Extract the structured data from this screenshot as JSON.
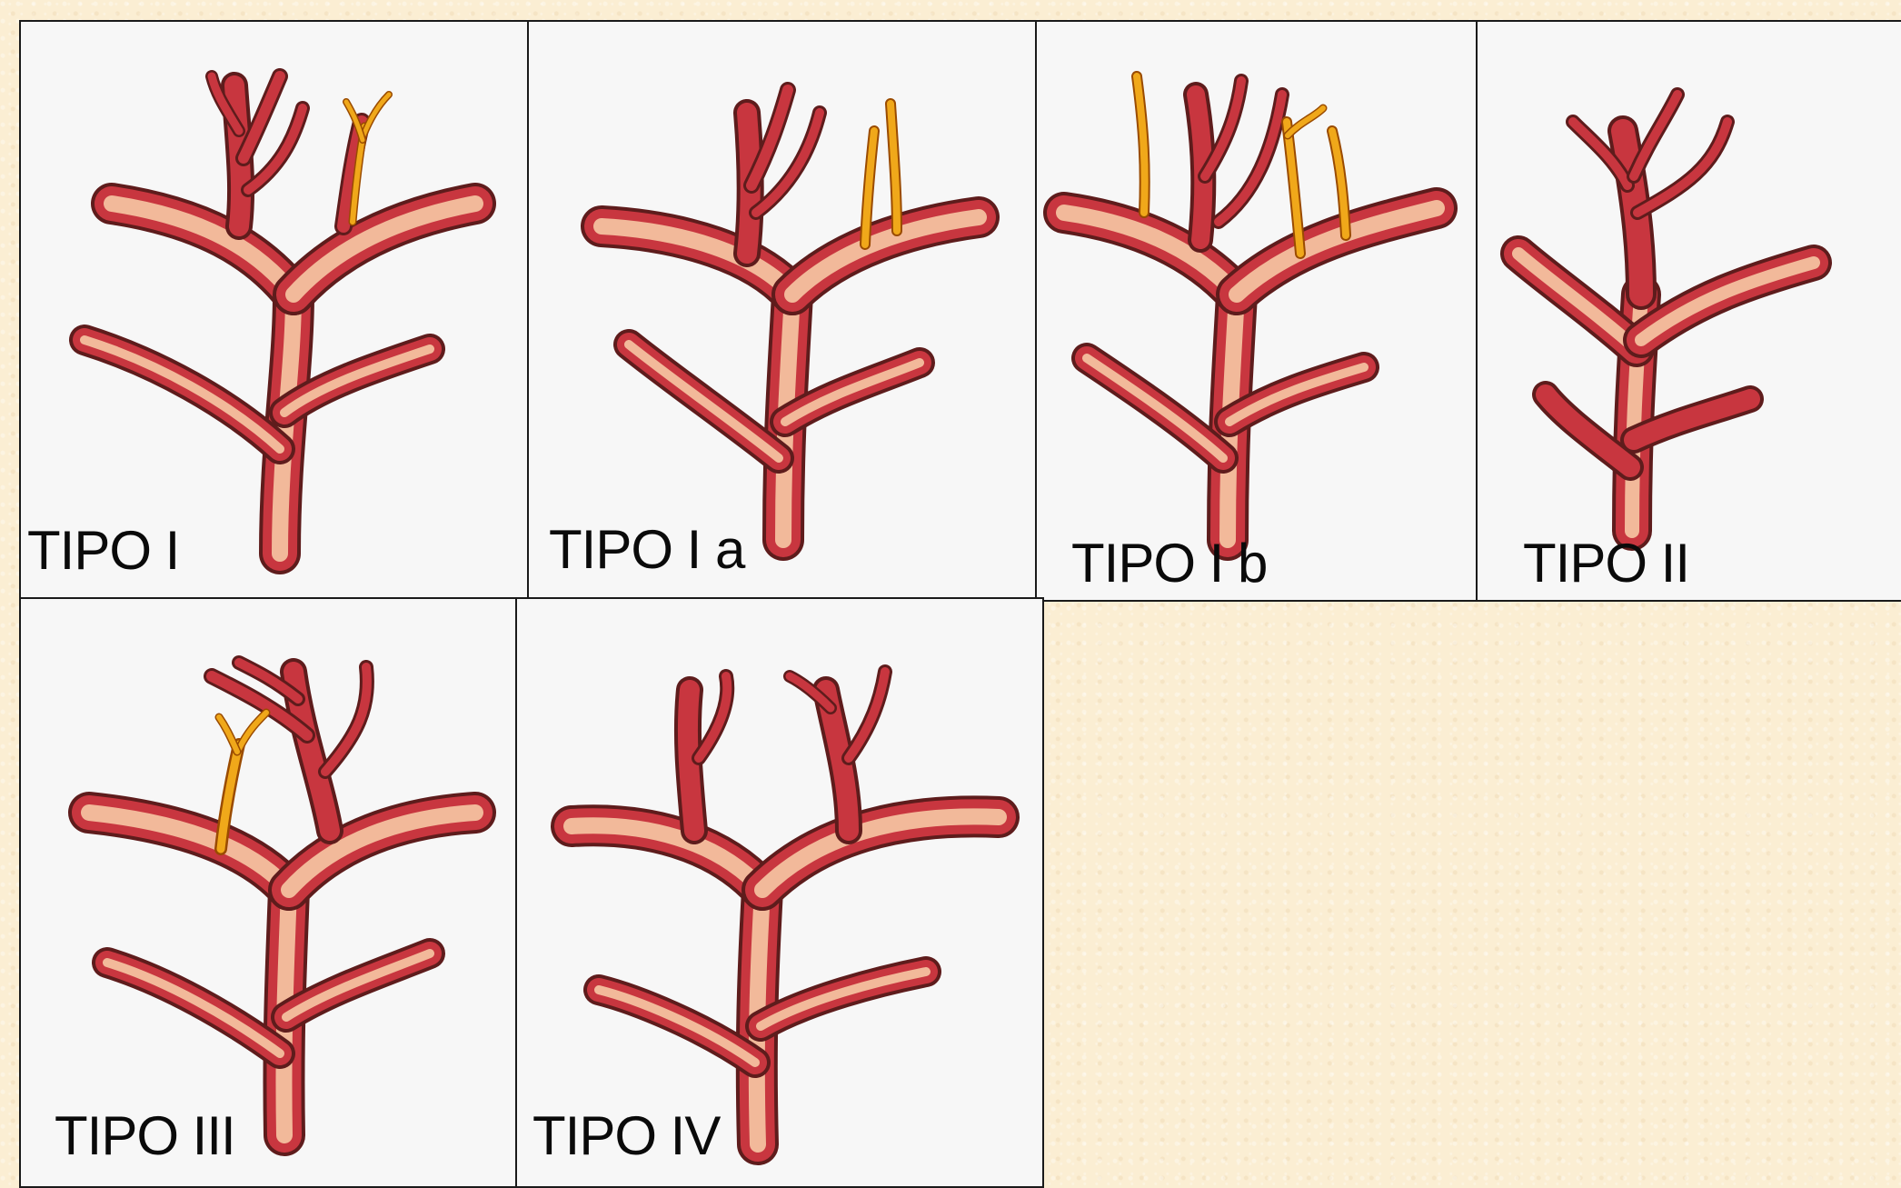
{
  "figure": {
    "panels": [
      {
        "id": "tipo-i",
        "label": "TIPO I"
      },
      {
        "id": "tipo-ia",
        "label": "TIPO I a"
      },
      {
        "id": "tipo-ib",
        "label": "TIPO I b"
      },
      {
        "id": "tipo-ii",
        "label": "TIPO II"
      },
      {
        "id": "tipo-iii",
        "label": "TIPO III"
      },
      {
        "id": "tipo-iv",
        "label": "TIPO IV"
      }
    ]
  },
  "colors": {
    "page_background": "#fbeed3",
    "panel_background": "#f7f7f7",
    "panel_border": "#1a1a1a",
    "vessel_red": "#c8363f",
    "vessel_dark_outline": "#5e1c1c",
    "vessel_core": "#f2b99a",
    "branch_yellow": "#f0a81a"
  }
}
